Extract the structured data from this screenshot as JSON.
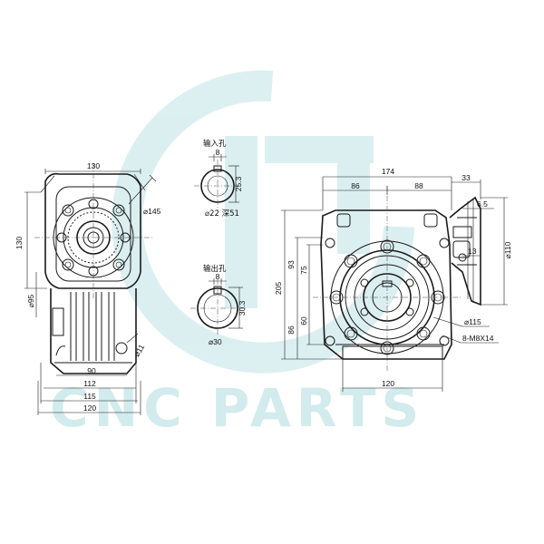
{
  "watermark": {
    "text": "CNC PARTS",
    "color": "#bfe3e6"
  },
  "left_view": {
    "dims": {
      "top_width": "130",
      "side_height": "130",
      "flange_dia": "⌀145",
      "pilot_dia": "⌀95",
      "hole_dia": "⌀11",
      "w90": "90",
      "w112": "112",
      "w115": "115",
      "w120": "120"
    }
  },
  "input_hole": {
    "title": "输入孔",
    "key_width": "8",
    "key_height": "25.3",
    "bore": "⌀22 深51"
  },
  "output_hole": {
    "title": "输出孔",
    "key_width": "8",
    "key_height": "30.3",
    "bore": "⌀30"
  },
  "right_view": {
    "dims": {
      "total_width": "174",
      "left_half": "86",
      "right_half": "88",
      "flange_len": "33",
      "flange_step": "6.5",
      "flange_thick": "13",
      "flange_dia": "⌀110",
      "height": "205",
      "h93": "93",
      "h75": "75",
      "h86": "86",
      "h60": "60",
      "base_width": "120",
      "pcd": "⌀115",
      "bolts": "8-M8X14"
    }
  }
}
